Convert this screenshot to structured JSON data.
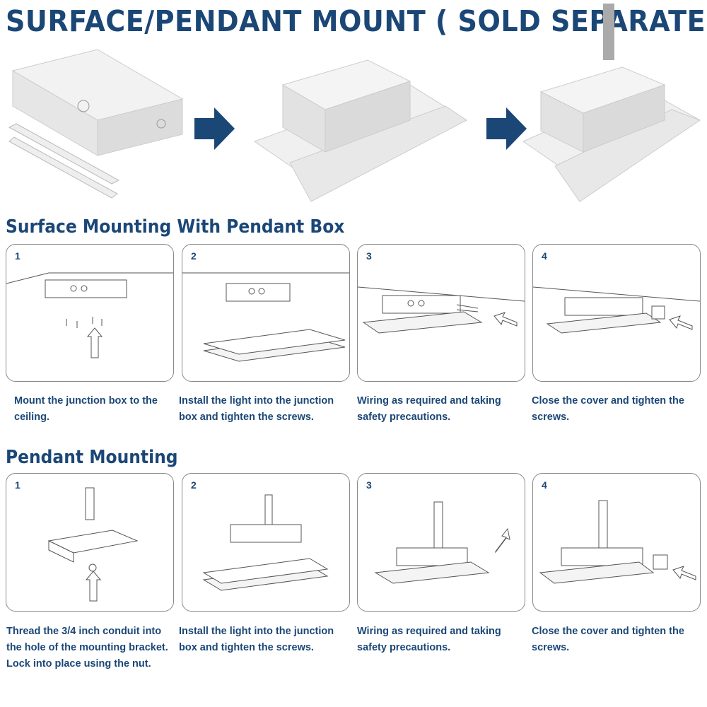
{
  "title": "SURFACE/PENDANT MOUNT ( SOLD SEPARATELY )",
  "colors": {
    "brand": "#1b4777"
  },
  "surface": {
    "heading": "Surface Mounting With Pendant Box",
    "steps": [
      {
        "num": "1",
        "caption": "Mount the junction box to the ceiling."
      },
      {
        "num": "2",
        "caption": "Install the light into the junction box and tighten the screws."
      },
      {
        "num": "3",
        "caption": "Wiring as required and taking safety precautions."
      },
      {
        "num": "4",
        "caption": "Close the cover and tighten the screws."
      }
    ]
  },
  "pendant": {
    "heading": "Pendant Mounting",
    "steps": [
      {
        "num": "1",
        "caption": "Thread the 3/4 inch conduit into the hole of the mounting bracket. Lock into place using the nut."
      },
      {
        "num": "2",
        "caption": "Install the light into the junction box and tighten the screws."
      },
      {
        "num": "3",
        "caption": "Wiring as required and taking safety precautions."
      },
      {
        "num": "4",
        "caption": "Close the cover and tighten the screws."
      }
    ]
  }
}
